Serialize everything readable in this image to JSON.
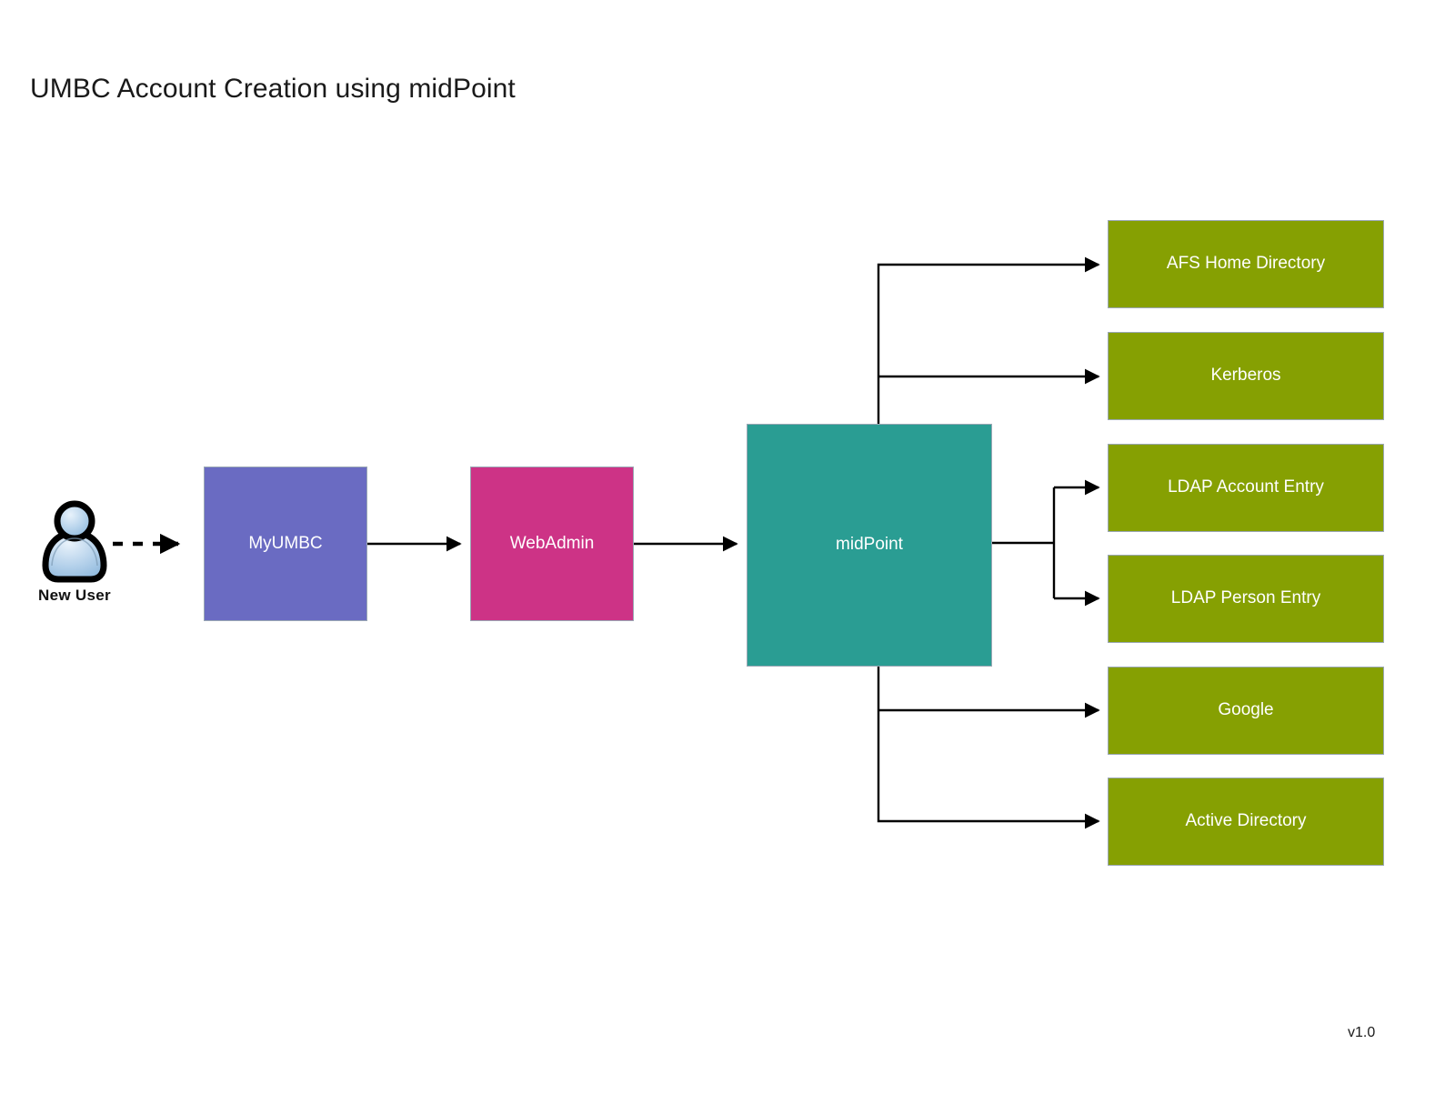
{
  "title": "UMBC Account Creation using midPoint",
  "version": "v1.0",
  "actor": {
    "label": "New User",
    "icon": "user-person-icon"
  },
  "colors": {
    "background": "#ffffff",
    "purple": "#6a6bc2",
    "pink": "#cd3386",
    "teal": "#2a9d93",
    "green": "#86a002",
    "box_border": "#9aa7b4",
    "connector": "#000000",
    "text_on_box": "#ffffff",
    "text_dark": "#1a1a1a"
  },
  "nodes": {
    "myumbc": {
      "label": "MyUMBC",
      "color": "purple"
    },
    "webadmin": {
      "label": "WebAdmin",
      "color": "pink"
    },
    "midpoint": {
      "label": "midPoint",
      "color": "teal"
    },
    "targets": [
      {
        "id": "afs-home-directory",
        "label": "AFS Home Directory",
        "color": "green"
      },
      {
        "id": "kerberos",
        "label": "Kerberos",
        "color": "green"
      },
      {
        "id": "ldap-account-entry",
        "label": "LDAP Account Entry",
        "color": "green"
      },
      {
        "id": "ldap-person-entry",
        "label": "LDAP Person Entry",
        "color": "green"
      },
      {
        "id": "google",
        "label": "Google",
        "color": "green"
      },
      {
        "id": "active-directory",
        "label": "Active Directory",
        "color": "green"
      }
    ]
  },
  "edges": [
    {
      "from": "New User",
      "to": "MyUMBC",
      "style": "dashed",
      "arrow": "end"
    },
    {
      "from": "MyUMBC",
      "to": "WebAdmin",
      "style": "solid",
      "arrow": "end"
    },
    {
      "from": "WebAdmin",
      "to": "midPoint",
      "style": "solid",
      "arrow": "end"
    },
    {
      "from": "midPoint",
      "to": "AFS Home Directory",
      "style": "solid",
      "arrow": "end"
    },
    {
      "from": "midPoint",
      "to": "Kerberos",
      "style": "solid",
      "arrow": "end"
    },
    {
      "from": "midPoint",
      "to": "LDAP Account Entry",
      "style": "solid",
      "arrow": "end"
    },
    {
      "from": "midPoint",
      "to": "LDAP Person Entry",
      "style": "solid",
      "arrow": "end"
    },
    {
      "from": "midPoint",
      "to": "Google",
      "style": "solid",
      "arrow": "end"
    },
    {
      "from": "midPoint",
      "to": "Active Directory",
      "style": "solid",
      "arrow": "end"
    }
  ]
}
